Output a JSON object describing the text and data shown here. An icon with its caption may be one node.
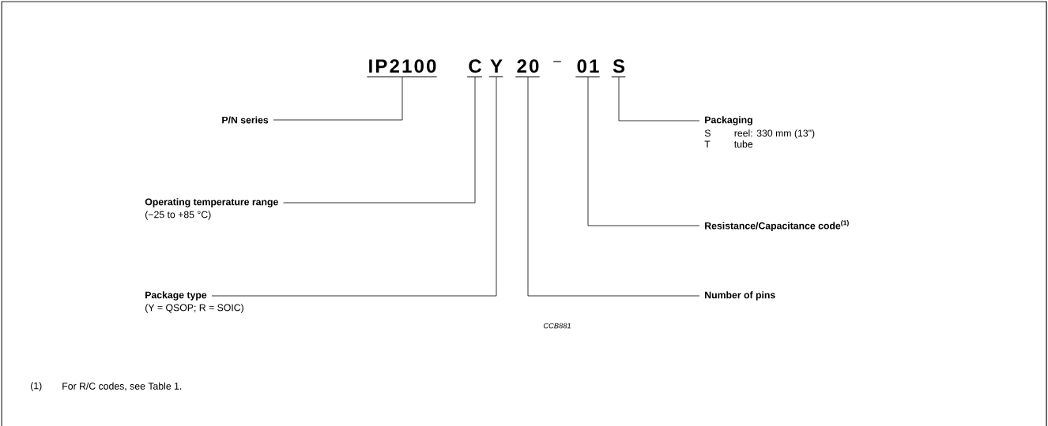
{
  "diagram": {
    "nodes": [
      {
        "text": [
          "IP2100"
        ]
      },
      {
        "text": [
          "C"
        ]
      },
      {
        "text": [
          "Y"
        ]
      },
      {
        "text": [
          "20"
        ]
      },
      {
        "text": [
          "01"
        ]
      },
      {
        "text": [
          "S"
        ]
      },
      {
        "text": [
          "P/N series"
        ]
      },
      {
        "text": [
          "Operating temperature range",
          "(−25 to +85 °C)"
        ]
      },
      {
        "text": [
          "Package type",
          "(Y = QSOP; R = SOIC)"
        ]
      },
      {
        "text": [
          "Packaging",
          "S",
          "reel: 330 mm (13\")",
          "T",
          "tube"
        ]
      },
      {
        "text": [
          "Resistance/Capacitance code$^{(1)}$"
        ]
      },
      {
        "text": [
          "Number of pins"
        ]
      }
    ],
    "edges": [
      {
        "from": 0,
        "to": 6,
        "arrow": "none"
      },
      {
        "from": 1,
        "to": 7,
        "arrow": "none"
      },
      {
        "from": 2,
        "to": 8,
        "arrow": "none"
      },
      {
        "from": 3,
        "to": 11,
        "arrow": "none"
      },
      {
        "from": 4,
        "to": 10,
        "arrow": "none"
      },
      {
        "from": 5,
        "to": 9,
        "arrow": "none"
      }
    ],
    "labels": [
      "–",
      "CCB881",
      "(1)",
      "For R/C codes, see Table 1."
    ]
  }
}
